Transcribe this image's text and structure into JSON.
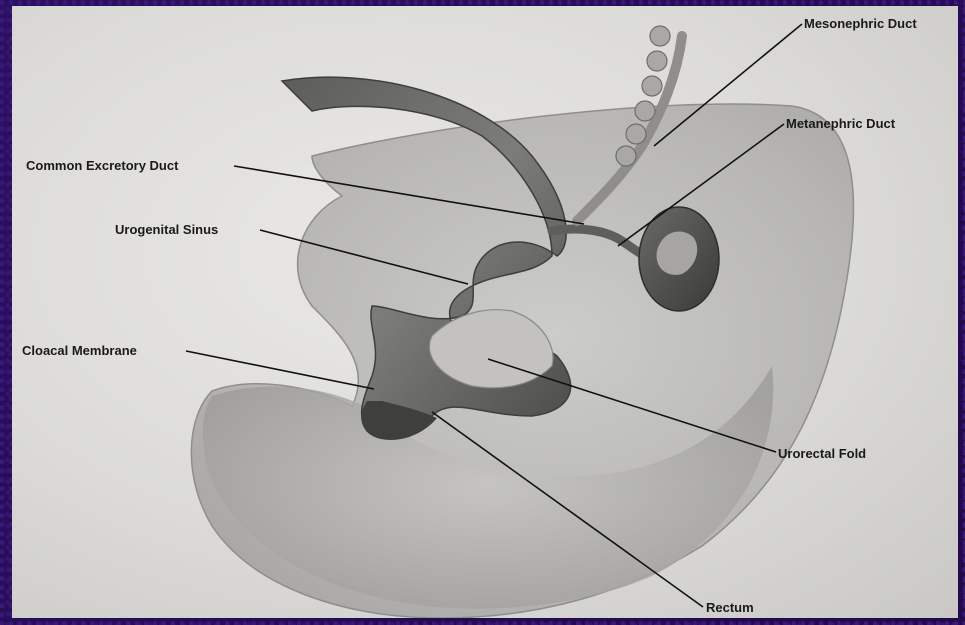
{
  "labels": {
    "mesonephric_duct": "Mesonephric Duct",
    "metanephric_duct": "Metanephric Duct",
    "common_excretory_duct": "Common Excretory Duct",
    "urogenital_sinus": "Urogenital Sinus",
    "cloacal_membrane": "Cloacal Membrane",
    "urorectal_fold": "Urorectal Fold",
    "rectum": "Rectum"
  },
  "colors": {
    "border": "#2a0f58",
    "background": "#dcdbd7",
    "tissue_dark": "#4a4a48",
    "tissue_mid": "#7d7d7a",
    "tissue_light": "#bdbcb8",
    "label_text": "#1a1a1a"
  }
}
